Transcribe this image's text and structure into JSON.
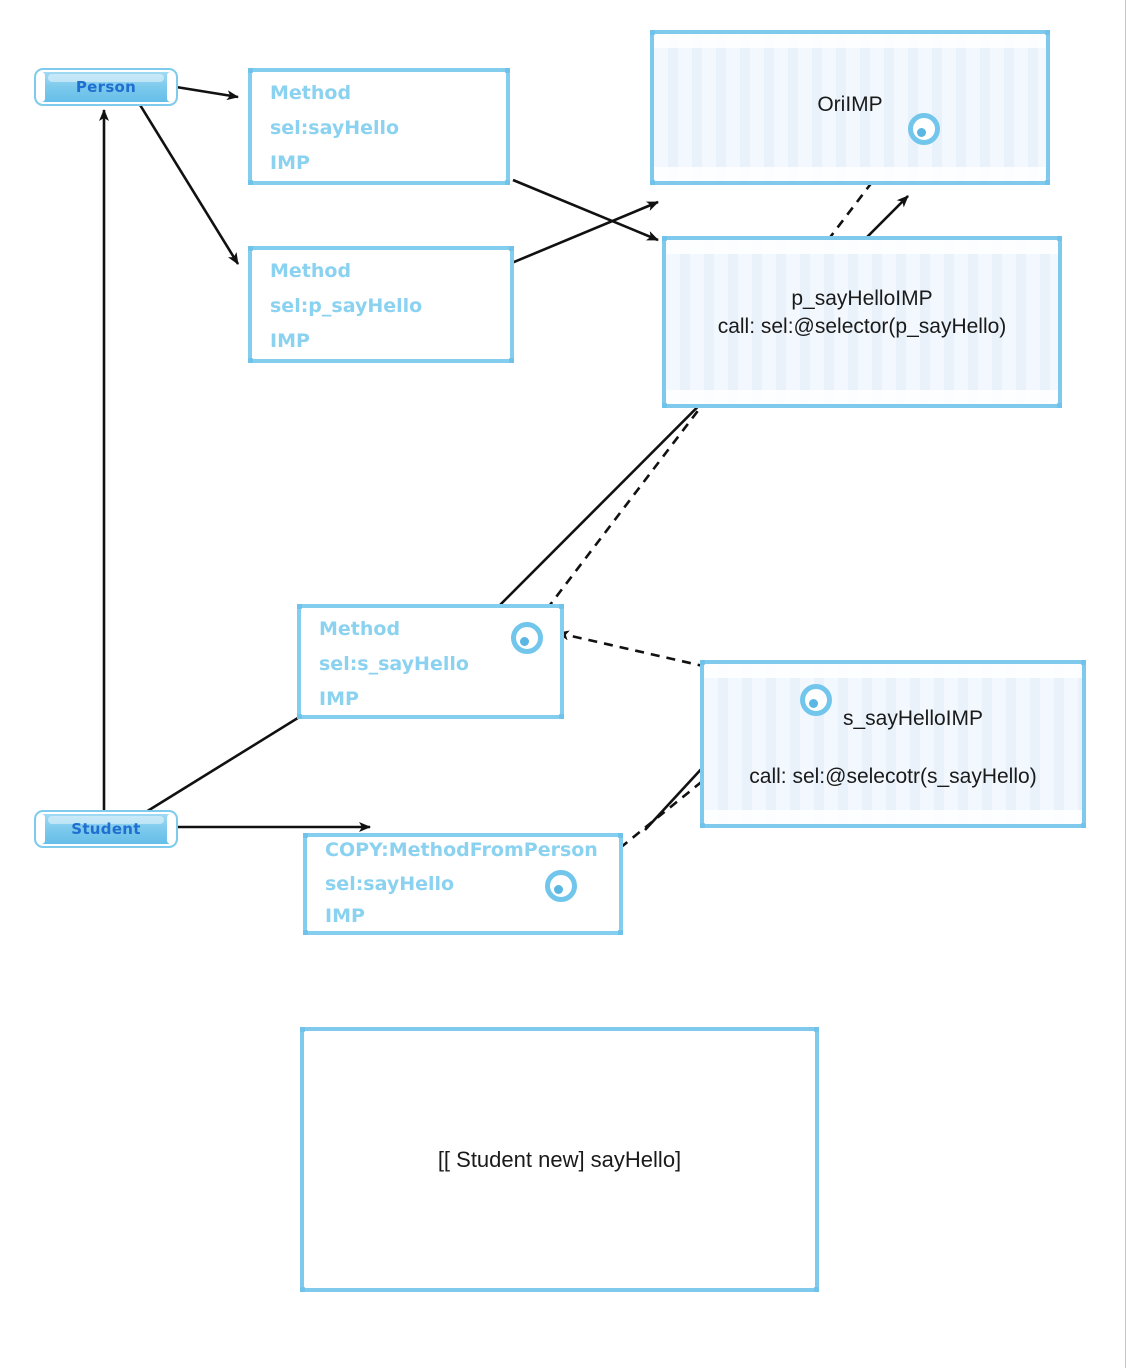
{
  "diagram": {
    "title": "Objective-C method swizzling diagram",
    "colors": {
      "box_outline": "#7ec9ec",
      "method_text": "#8ad2f0",
      "class_label_text": "#1f6fd0",
      "class_pill_fill": "#79c8ec",
      "imp_fill": "#f2f8fd",
      "arrow": "#111111",
      "page_rule": "#c6c6c6"
    },
    "classes": [
      {
        "id": "person",
        "label": "Person"
      },
      {
        "id": "student",
        "label": "Student"
      }
    ],
    "method_boxes": [
      {
        "id": "person-sayhello",
        "lines": [
          "Method",
          "sel:sayHello",
          "IMP"
        ],
        "has_imp_ring": false
      },
      {
        "id": "person-p-sayhello",
        "lines": [
          "Method",
          "sel:p_sayHello",
          "IMP"
        ],
        "has_imp_ring": false
      },
      {
        "id": "student-s-sayhello",
        "lines": [
          "Method",
          "sel:s_sayHello",
          "IMP"
        ],
        "has_imp_ring": true
      },
      {
        "id": "student-copy-sayhello",
        "lines": [
          "COPY:MethodFromPerson",
          "sel:sayHello",
          "IMP"
        ],
        "has_imp_ring": true
      }
    ],
    "imp_boxes": [
      {
        "id": "ori-imp",
        "lines": [
          "OriIMP"
        ],
        "has_imp_ring": true
      },
      {
        "id": "p-sayhello-imp",
        "lines": [
          "p_sayHelloIMP",
          "call: sel:@selector(p_sayHello)"
        ],
        "has_imp_ring": false
      },
      {
        "id": "s-sayhello-imp",
        "lines": [
          "s_sayHelloIMP",
          "call: sel:@selecotr(s_sayHello)"
        ],
        "has_imp_ring": true
      }
    ],
    "call_box": {
      "id": "call-expression",
      "text": "[[ Student new] sayHello]"
    },
    "edges": [
      {
        "id": "person-to-sayhello",
        "style": "solid",
        "from": "person",
        "to": "person-sayhello"
      },
      {
        "id": "person-to-p-sayhello",
        "style": "solid",
        "from": "person",
        "to": "person-p-sayhello"
      },
      {
        "id": "sayhello-to-p-imp",
        "style": "solid",
        "from": "person-sayhello",
        "to": "p-sayhello-imp"
      },
      {
        "id": "p-sayhello-to-ori-imp",
        "style": "solid",
        "from": "person-p-sayhello",
        "to": "ori-imp"
      },
      {
        "id": "student-to-person",
        "style": "solid",
        "from": "student",
        "to": "person"
      },
      {
        "id": "student-to-s-sayhello",
        "style": "solid",
        "from": "student",
        "to": "student-s-sayhello"
      },
      {
        "id": "student-to-copy",
        "style": "solid",
        "from": "student",
        "to": "student-copy-sayhello"
      },
      {
        "id": "s-sayhello-to-p-imp",
        "style": "solid",
        "from": "student-s-sayhello",
        "to": "p-sayhello-imp"
      },
      {
        "id": "s-sayhello-ring-to-ori",
        "style": "dashed",
        "from": "student-s-sayhello",
        "to": "ori-imp"
      },
      {
        "id": "copy-to-s-imp",
        "style": "solid",
        "from": "student-copy-sayhello",
        "to": "s-sayhello-imp"
      },
      {
        "id": "copy-ring-to-s-imp",
        "style": "dashed",
        "from": "student-copy-sayhello",
        "to": "s-sayhello-imp"
      },
      {
        "id": "s-imp-ring-to-s-sayhello",
        "style": "dashed",
        "from": "s-sayhello-imp",
        "to": "student-s-sayhello"
      }
    ]
  }
}
